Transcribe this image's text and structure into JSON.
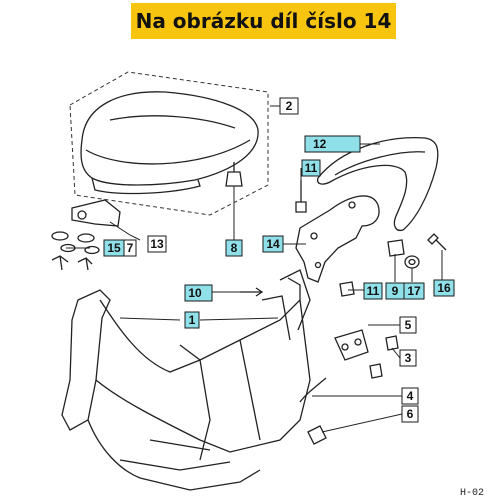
{
  "banner": {
    "text": "Na obrázku díl číslo 14"
  },
  "page_code": "H-02",
  "highlight_color": "#8fe0e8",
  "banner_color": "#f7c50f",
  "callouts": [
    {
      "label": "2",
      "highlighted": false
    },
    {
      "label": "12",
      "highlighted": true
    },
    {
      "label": "11",
      "highlighted": true
    },
    {
      "label": "8",
      "highlighted": true
    },
    {
      "label": "13",
      "highlighted": false
    },
    {
      "label": "15",
      "highlighted": true
    },
    {
      "label": "7",
      "highlighted": false
    },
    {
      "label": "14",
      "highlighted": true
    },
    {
      "label": "11",
      "highlighted": true
    },
    {
      "label": "9",
      "highlighted": true
    },
    {
      "label": "17",
      "highlighted": true
    },
    {
      "label": "16",
      "highlighted": true
    },
    {
      "label": "10",
      "highlighted": true
    },
    {
      "label": "1",
      "highlighted": true
    },
    {
      "label": "5",
      "highlighted": false
    },
    {
      "label": "3",
      "highlighted": false
    },
    {
      "label": "4",
      "highlighted": false
    },
    {
      "label": "6",
      "highlighted": false
    }
  ]
}
